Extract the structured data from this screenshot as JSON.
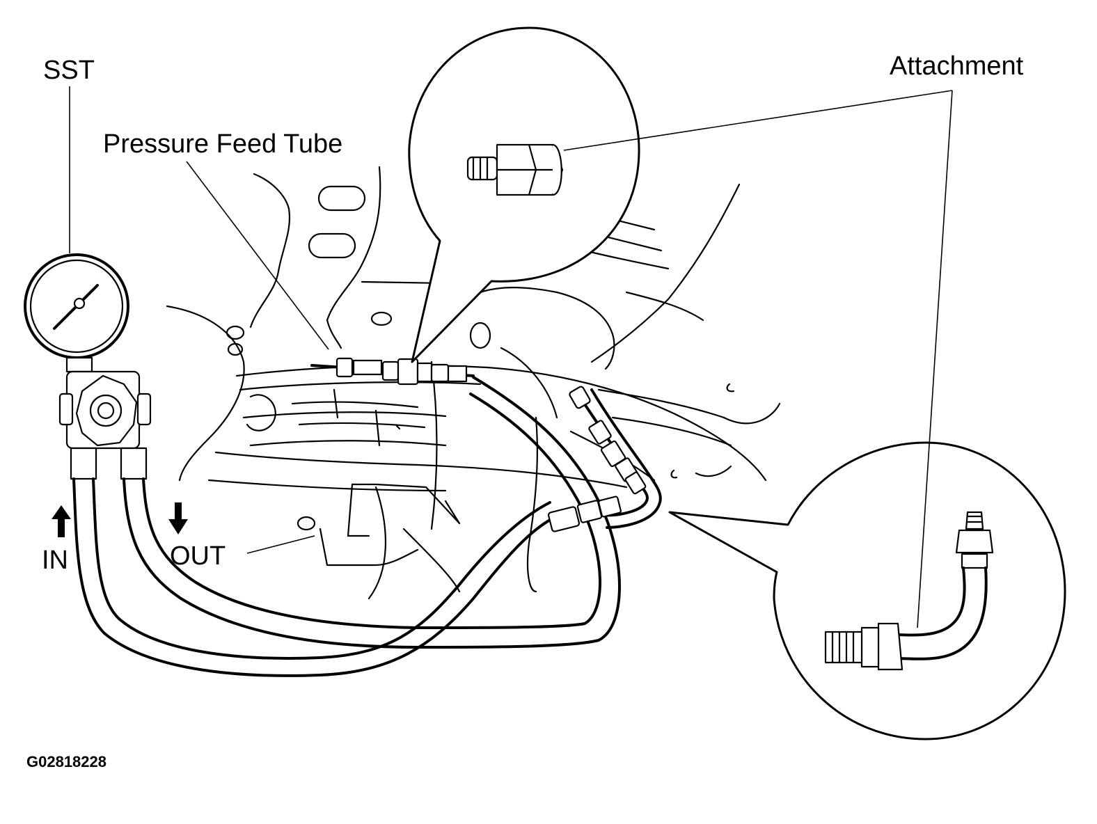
{
  "labels": {
    "sst": "SST",
    "pressure_feed_tube": "Pressure Feed Tube",
    "attachment": "Attachment",
    "in": "IN",
    "out": "OUT"
  },
  "figure_code": "G02818228",
  "icons": {
    "in_arrow": "arrow-up-icon",
    "out_arrow": "arrow-down-icon"
  },
  "colors": {
    "line": "#000000",
    "background": "#ffffff"
  }
}
